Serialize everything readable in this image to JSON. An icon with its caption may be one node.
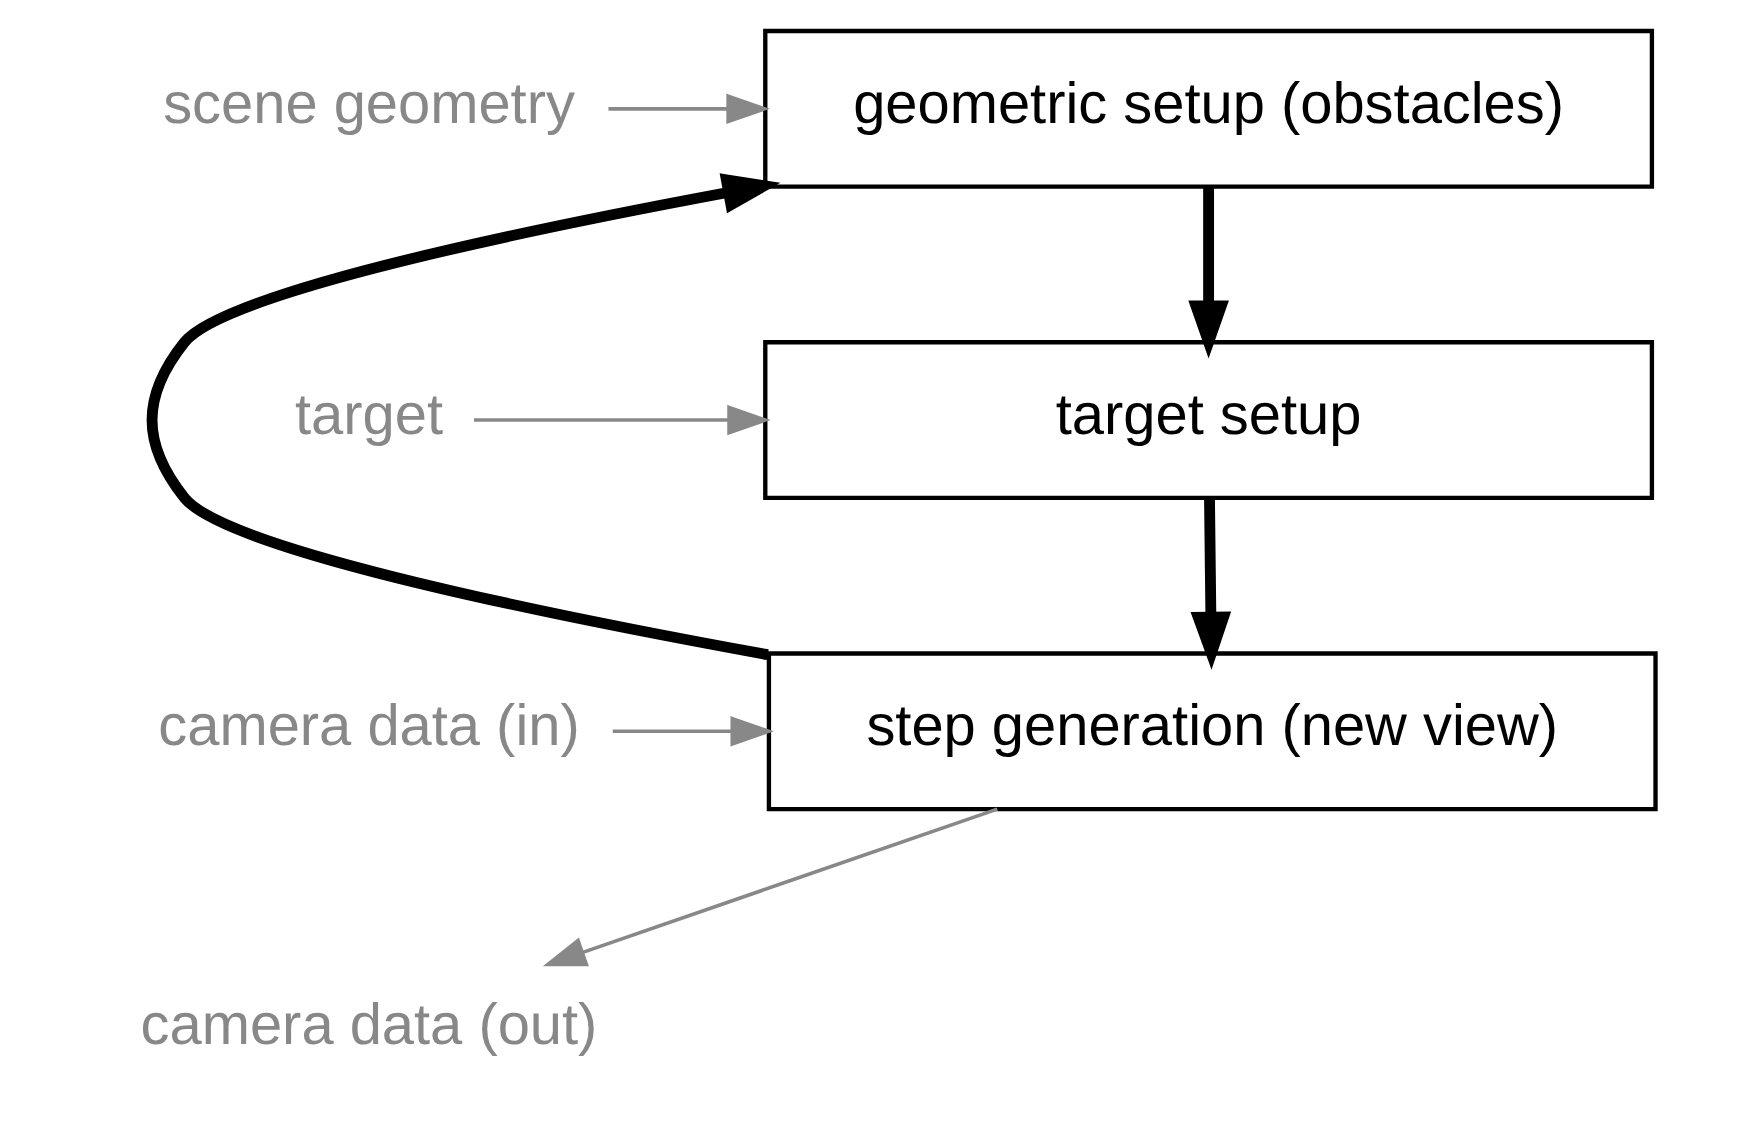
{
  "diagram": {
    "nodes": [
      {
        "text": [
          "geometric setup (obstacles)"
        ]
      },
      {
        "text": [
          "target setup"
        ]
      },
      {
        "text": [
          "step generation (new view)"
        ]
      },
      {
        "text": [
          "scene geometry"
        ]
      },
      {
        "text": [
          "target"
        ]
      },
      {
        "text": [
          "camera data (in)"
        ]
      },
      {
        "text": [
          "camera data (out)"
        ]
      }
    ],
    "edges": [
      {
        "from": 0,
        "to": 1,
        "arrow": "to",
        "style": "thick",
        "color": "#000000"
      },
      {
        "from": 1,
        "to": 2,
        "arrow": "to",
        "style": "thick",
        "color": "#000000"
      },
      {
        "from": 2,
        "to": 0,
        "arrow": "to",
        "style": "thick",
        "color": "#000000"
      },
      {
        "from": 3,
        "to": 0,
        "arrow": "to"
      },
      {
        "from": 4,
        "to": 1,
        "arrow": "to"
      },
      {
        "from": 5,
        "to": 2,
        "arrow": "to"
      },
      {
        "from": 2,
        "to": 6,
        "arrow": "to"
      }
    ]
  }
}
